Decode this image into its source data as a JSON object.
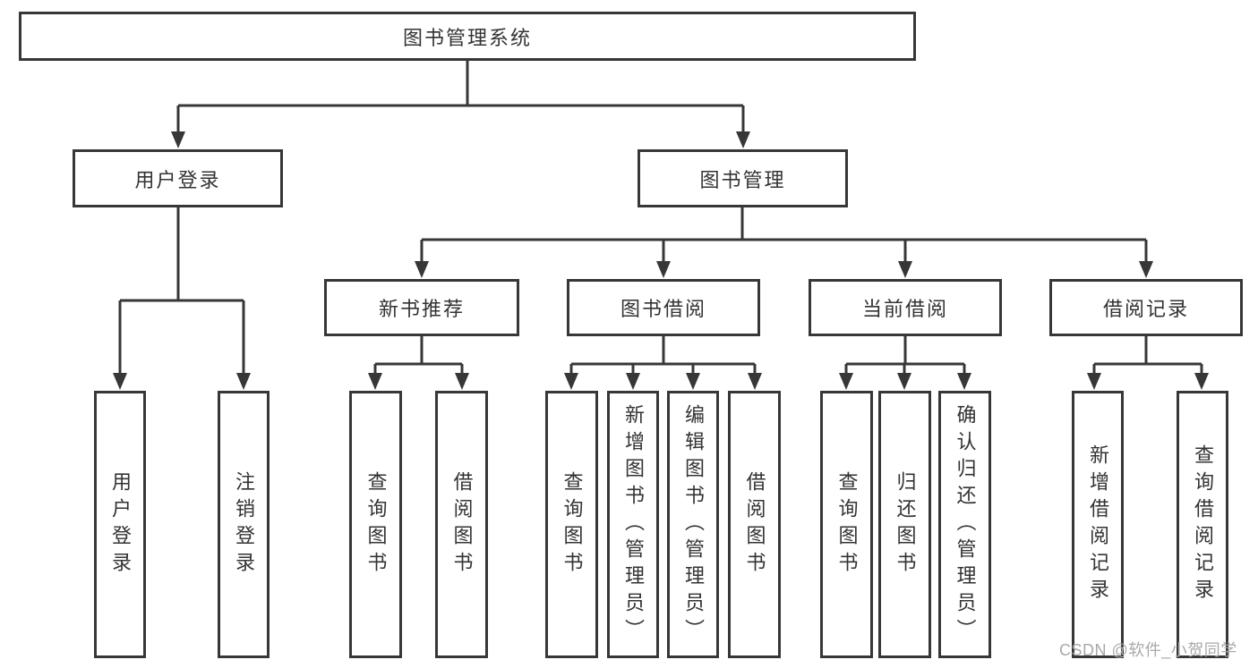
{
  "diagram": {
    "watermark": "CSDN @软件_小贺同学",
    "nodes": {
      "root": {
        "label": "图书管理系统"
      },
      "user_login": {
        "label": "用户登录"
      },
      "book_mgmt": {
        "label": "图书管理"
      },
      "login_user": {
        "label": "用户登录"
      },
      "login_logout": {
        "label": "注销登录"
      },
      "new_book_rec": {
        "label": "新书推荐"
      },
      "book_borrow": {
        "label": "图书借阅"
      },
      "current_borrow": {
        "label": "当前借阅"
      },
      "borrow_records": {
        "label": "借阅记录"
      },
      "rec_query": {
        "label": "查询图书"
      },
      "rec_borrow": {
        "label": "借阅图书"
      },
      "bb_query": {
        "label": "查询图书"
      },
      "bb_add": {
        "label": "新增图书（管理员）"
      },
      "bb_edit": {
        "label": "编辑图书（管理员）"
      },
      "bb_borrow": {
        "label": "借阅图书"
      },
      "cb_query": {
        "label": "查询图书"
      },
      "cb_return": {
        "label": "归还图书"
      },
      "cb_confirm": {
        "label": "确认归还（管理员）"
      },
      "br_add": {
        "label": "新增借阅记录"
      },
      "br_query": {
        "label": "查询借阅记录"
      }
    }
  }
}
